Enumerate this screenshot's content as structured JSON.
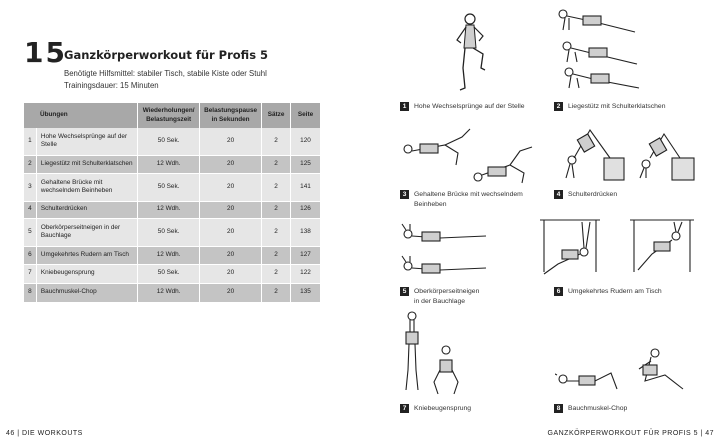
{
  "workout": {
    "number": "15",
    "title": "Ganzkörperworkout für Profis 5",
    "equipment": "Benötigte Hilfsmittel: stabiler Tisch, stabile Kiste oder Stuhl",
    "duration": "Trainingsdauer: 15 Minuten"
  },
  "table": {
    "headers": {
      "exercises": "Übungen",
      "reps": "Wiederholungen/ Belastungszeit",
      "rest": "Belastungspause in Sekunden",
      "sets": "Sätze",
      "page": "Seite"
    },
    "rows": [
      {
        "num": "1",
        "name": "Hohe Wechselsprünge auf der Stelle",
        "reps": "50 Sek.",
        "rest": "20",
        "sets": "2",
        "page": "120"
      },
      {
        "num": "2",
        "name": "Liegestütz mit Schulterklatschen",
        "reps": "12 Wdh.",
        "rest": "20",
        "sets": "2",
        "page": "125"
      },
      {
        "num": "3",
        "name": "Gehaltene Brücke mit wechselndem Beinheben",
        "reps": "50 Sek.",
        "rest": "20",
        "sets": "2",
        "page": "141"
      },
      {
        "num": "4",
        "name": "Schulterdrücken",
        "reps": "12 Wdh.",
        "rest": "20",
        "sets": "2",
        "page": "126"
      },
      {
        "num": "5",
        "name": "Oberkörperseitneigen in der Bauchlage",
        "reps": "50 Sek.",
        "rest": "20",
        "sets": "2",
        "page": "138"
      },
      {
        "num": "6",
        "name": "Umgekehrtes Rudern am Tisch",
        "reps": "12 Wdh.",
        "rest": "20",
        "sets": "2",
        "page": "127"
      },
      {
        "num": "7",
        "name": "Kniebeugensprung",
        "reps": "50 Sek.",
        "rest": "20",
        "sets": "2",
        "page": "122"
      },
      {
        "num": "8",
        "name": "Bauchmuskel-Chop",
        "reps": "12 Wdh.",
        "rest": "20",
        "sets": "2",
        "page": "135"
      }
    ]
  },
  "captions": {
    "c1": {
      "num": "1",
      "line1": "Hohe Wechselsprünge auf der Stelle",
      "line2": ""
    },
    "c2": {
      "num": "2",
      "line1": "Liegestütz mit Schulterklatschen",
      "line2": ""
    },
    "c3": {
      "num": "3",
      "line1": "Gehaltene Brücke mit wechselndem",
      "line2": "Beinheben"
    },
    "c4": {
      "num": "4",
      "line1": "Schulterdrücken",
      "line2": ""
    },
    "c5": {
      "num": "5",
      "line1": "Oberkörperseitneigen",
      "line2": "in der Bauchlage"
    },
    "c6": {
      "num": "6",
      "line1": "Umgekehrtes Rudern am Tisch",
      "line2": ""
    },
    "c7": {
      "num": "7",
      "line1": "Kniebeugensprung",
      "line2": ""
    },
    "c8": {
      "num": "8",
      "line1": "Bauchmuskel-Chop",
      "line2": ""
    }
  },
  "footer": {
    "left": "46  |  DIE WORKOUTS",
    "right": "GANZKÖRPERWORKOUT FÜR PROFIS 5  |  47"
  }
}
